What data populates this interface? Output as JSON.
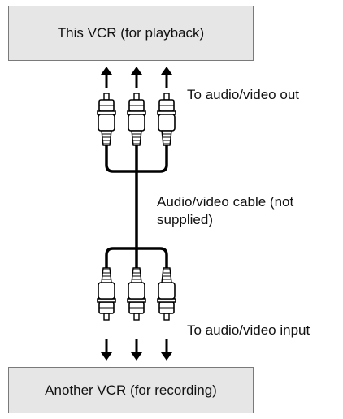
{
  "devices": {
    "playback": "This VCR (for playback)",
    "recording": "Another VCR (for recording)"
  },
  "labels": {
    "out": "To audio/video out",
    "cable": "Audio/video cable (not supplied)",
    "in": "To audio/video input"
  },
  "colors": {
    "box_fill": "#e6e6e6",
    "box_border": "#7a7a7a",
    "line": "#000000"
  }
}
